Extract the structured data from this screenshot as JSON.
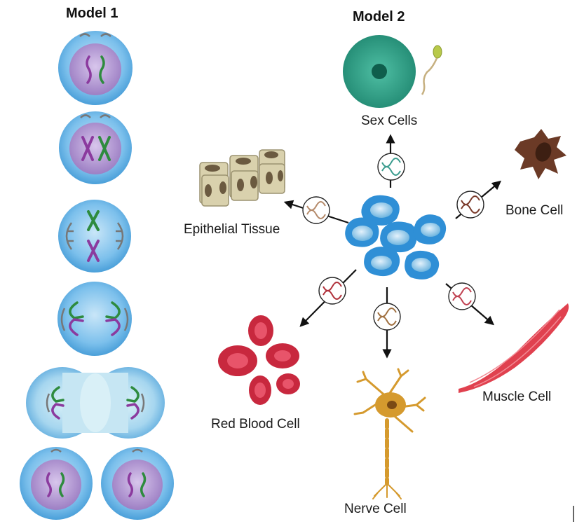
{
  "model1": {
    "title": "Model 1"
  },
  "model2": {
    "title": "Model 2",
    "labels": {
      "sex_cells": "Sex Cells",
      "bone_cell": "Bone Cell",
      "epithelial_tissue": "Epithelial Tissue",
      "red_blood_cell": "Red Blood Cell",
      "muscle_cell": "Muscle Cell",
      "nerve_cell": "Nerve Cell"
    }
  },
  "colors": {
    "cell_blue": "#5fb0e6",
    "nucleus_purple": "#a58ac7",
    "chromosome_green": "#2e8b3e",
    "chromosome_purple": "#8b3a9e",
    "stem_cell_blue": "#3a9be0",
    "sex_cell_teal": "#2f9d86",
    "bone_brown": "#6b3a26",
    "epithelial_tan": "#d9d1ad",
    "rbc_red": "#c8283e",
    "muscle_red": "#e0414f",
    "nerve_orange": "#d59a2e"
  },
  "icons": [
    "dna-icon",
    "arrow-icon"
  ]
}
